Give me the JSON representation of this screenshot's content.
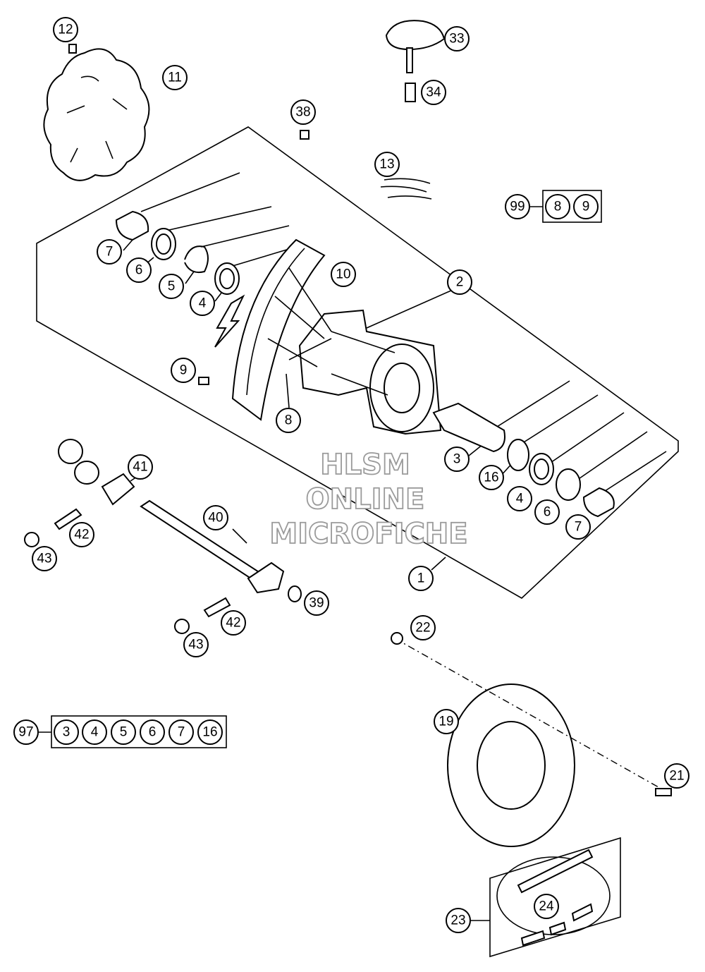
{
  "watermark": {
    "line1": "HLSM",
    "line2": "ONLINE",
    "line3": "MICROFICHE"
  },
  "callouts": [
    {
      "id": "c1",
      "label": "1"
    },
    {
      "id": "c2",
      "label": "2"
    },
    {
      "id": "c3a",
      "label": "3"
    },
    {
      "id": "c4a",
      "label": "4"
    },
    {
      "id": "c4b",
      "label": "4"
    },
    {
      "id": "c5",
      "label": "5"
    },
    {
      "id": "c6a",
      "label": "6"
    },
    {
      "id": "c6b",
      "label": "6"
    },
    {
      "id": "c7a",
      "label": "7"
    },
    {
      "id": "c7b",
      "label": "7"
    },
    {
      "id": "c8",
      "label": "8"
    },
    {
      "id": "c9",
      "label": "9"
    },
    {
      "id": "c10",
      "label": "10"
    },
    {
      "id": "c11",
      "label": "11"
    },
    {
      "id": "c12",
      "label": "12"
    },
    {
      "id": "c13",
      "label": "13"
    },
    {
      "id": "c16",
      "label": "16"
    },
    {
      "id": "c19",
      "label": "19"
    },
    {
      "id": "c21",
      "label": "21"
    },
    {
      "id": "c22",
      "label": "22"
    },
    {
      "id": "c23",
      "label": "23"
    },
    {
      "id": "c24",
      "label": "24"
    },
    {
      "id": "c33",
      "label": "33"
    },
    {
      "id": "c34",
      "label": "34"
    },
    {
      "id": "c38",
      "label": "38"
    },
    {
      "id": "c39",
      "label": "39"
    },
    {
      "id": "c40",
      "label": "40"
    },
    {
      "id": "c41",
      "label": "41"
    },
    {
      "id": "c42a",
      "label": "42"
    },
    {
      "id": "c42b",
      "label": "42"
    },
    {
      "id": "c43a",
      "label": "43"
    },
    {
      "id": "c43b",
      "label": "43"
    }
  ],
  "kit99": {
    "label": "99",
    "items": [
      "8",
      "9"
    ]
  },
  "kit97": {
    "label": "97",
    "items": [
      "3",
      "4",
      "5",
      "6",
      "7",
      "16"
    ]
  }
}
